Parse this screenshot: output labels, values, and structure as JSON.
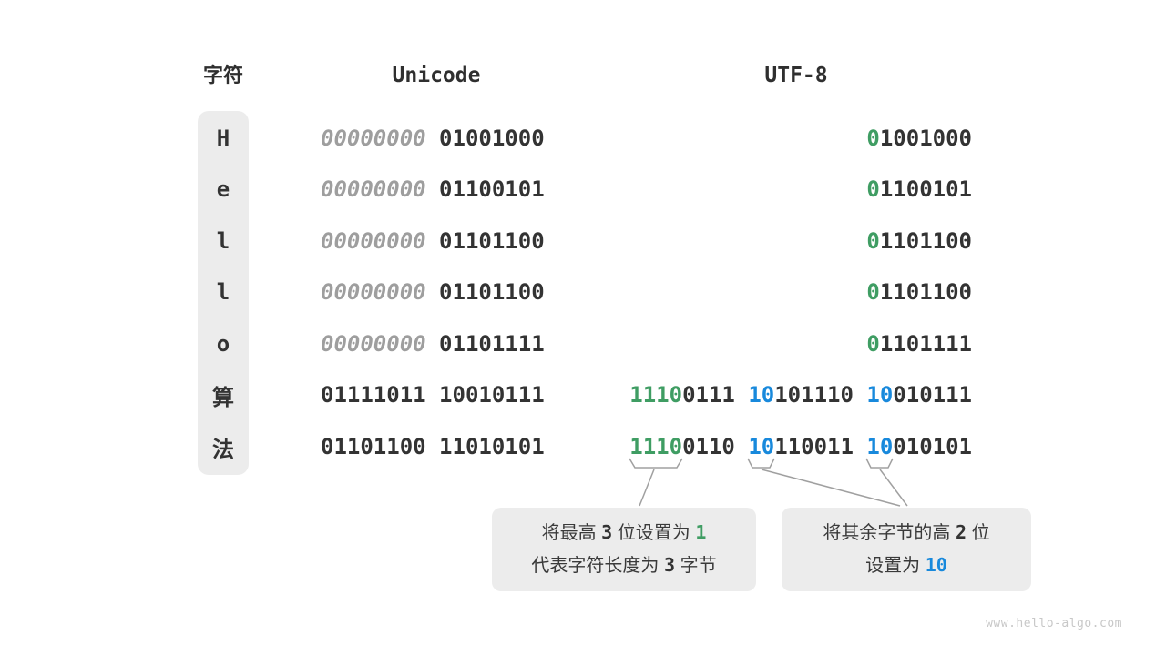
{
  "colors": {
    "green": "#3f9d63",
    "blue": "#1889dc",
    "muted": "#9e9e9e",
    "dark": "#333333",
    "box": "#ececec"
  },
  "header": {
    "char": "字符",
    "unicode": "Unicode",
    "utf8": "UTF-8"
  },
  "rows": [
    {
      "char": "H",
      "unicode": [
        {
          "t": "00000000",
          "c": "muted"
        },
        {
          "t": " 01001000",
          "c": "dark"
        }
      ],
      "utf8": [
        {
          "t": "0",
          "c": "green"
        },
        {
          "t": "1001000",
          "c": "dark"
        }
      ]
    },
    {
      "char": "e",
      "unicode": [
        {
          "t": "00000000",
          "c": "muted"
        },
        {
          "t": " 01100101",
          "c": "dark"
        }
      ],
      "utf8": [
        {
          "t": "0",
          "c": "green"
        },
        {
          "t": "1100101",
          "c": "dark"
        }
      ]
    },
    {
      "char": "l",
      "unicode": [
        {
          "t": "00000000",
          "c": "muted"
        },
        {
          "t": " 01101100",
          "c": "dark"
        }
      ],
      "utf8": [
        {
          "t": "0",
          "c": "green"
        },
        {
          "t": "1101100",
          "c": "dark"
        }
      ]
    },
    {
      "char": "l",
      "unicode": [
        {
          "t": "00000000",
          "c": "muted"
        },
        {
          "t": " 01101100",
          "c": "dark"
        }
      ],
      "utf8": [
        {
          "t": "0",
          "c": "green"
        },
        {
          "t": "1101100",
          "c": "dark"
        }
      ]
    },
    {
      "char": "o",
      "unicode": [
        {
          "t": "00000000",
          "c": "muted"
        },
        {
          "t": " 01101111",
          "c": "dark"
        }
      ],
      "utf8": [
        {
          "t": "0",
          "c": "green"
        },
        {
          "t": "1101111",
          "c": "dark"
        }
      ]
    },
    {
      "char": "算",
      "unicode": [
        {
          "t": "01111011 10010111",
          "c": "dark"
        }
      ],
      "utf8": [
        {
          "t": "1110",
          "c": "green"
        },
        {
          "t": "0111 ",
          "c": "dark"
        },
        {
          "t": "10",
          "c": "blue"
        },
        {
          "t": "101110 ",
          "c": "dark"
        },
        {
          "t": "10",
          "c": "blue"
        },
        {
          "t": "010111",
          "c": "dark"
        }
      ]
    },
    {
      "char": "法",
      "unicode": [
        {
          "t": "01101100 11010101",
          "c": "dark"
        }
      ],
      "utf8": [
        {
          "t": "1110",
          "c": "green"
        },
        {
          "t": "0110 ",
          "c": "dark"
        },
        {
          "t": "10",
          "c": "blue"
        },
        {
          "t": "110011 ",
          "c": "dark"
        },
        {
          "t": "10",
          "c": "blue"
        },
        {
          "t": "010101",
          "c": "dark"
        }
      ]
    }
  ],
  "callouts": {
    "left": {
      "line1": [
        {
          "t": "将最高 ",
          "c": "cjk"
        },
        {
          "t": "3",
          "c": "dark"
        },
        {
          "t": " 位设置为 ",
          "c": "cjk"
        },
        {
          "t": "1",
          "c": "green"
        }
      ],
      "line2": [
        {
          "t": "代表字符长度为 ",
          "c": "cjk"
        },
        {
          "t": "3",
          "c": "dark"
        },
        {
          "t": " 字节",
          "c": "cjk"
        }
      ]
    },
    "right": {
      "line1": [
        {
          "t": "将其余字节的高 ",
          "c": "cjk"
        },
        {
          "t": "2",
          "c": "dark"
        },
        {
          "t": " 位",
          "c": "cjk"
        }
      ],
      "line2": [
        {
          "t": "设置为 ",
          "c": "cjk"
        },
        {
          "t": "10",
          "c": "blue"
        }
      ]
    }
  },
  "watermark": "www.hello-algo.com"
}
